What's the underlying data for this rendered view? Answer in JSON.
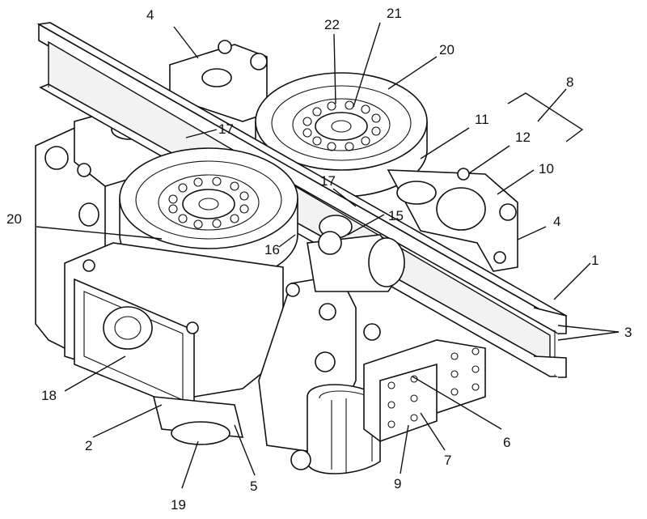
{
  "diagram": {
    "callouts": [
      {
        "id": "4-top",
        "text": "4"
      },
      {
        "id": "22",
        "text": "22"
      },
      {
        "id": "21",
        "text": "21"
      },
      {
        "id": "20-top",
        "text": "20"
      },
      {
        "id": "8",
        "text": "8"
      },
      {
        "id": "11",
        "text": "11"
      },
      {
        "id": "12",
        "text": "12"
      },
      {
        "id": "17-top",
        "text": "17"
      },
      {
        "id": "10",
        "text": "10"
      },
      {
        "id": "17-mid",
        "text": "17"
      },
      {
        "id": "15",
        "text": "15"
      },
      {
        "id": "4-right",
        "text": "4"
      },
      {
        "id": "20-left",
        "text": "20"
      },
      {
        "id": "16",
        "text": "16"
      },
      {
        "id": "1",
        "text": "1"
      },
      {
        "id": "3",
        "text": "3"
      },
      {
        "id": "18",
        "text": "18"
      },
      {
        "id": "6",
        "text": "6"
      },
      {
        "id": "2",
        "text": "2"
      },
      {
        "id": "7",
        "text": "7"
      },
      {
        "id": "9",
        "text": "9"
      },
      {
        "id": "5",
        "text": "5"
      },
      {
        "id": "19",
        "text": "19"
      }
    ]
  }
}
